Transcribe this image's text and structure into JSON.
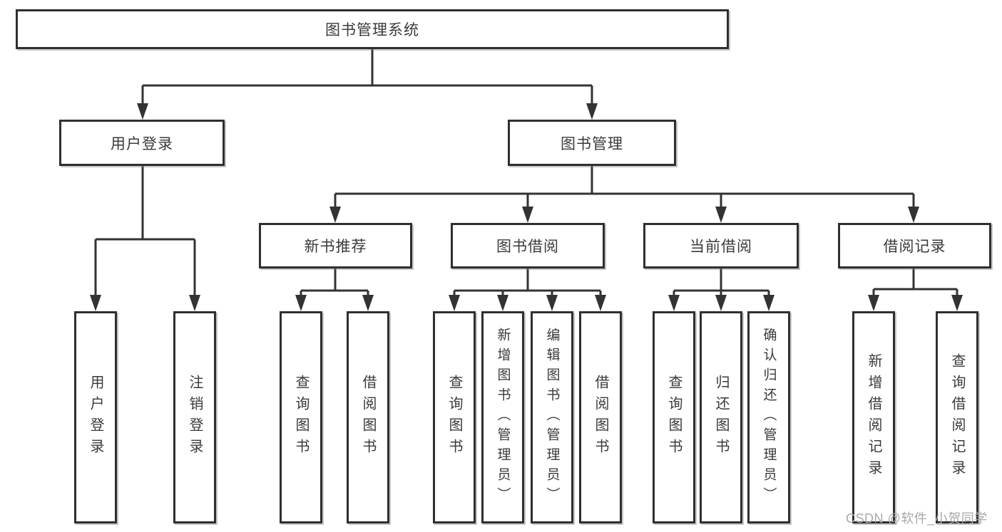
{
  "diagram": {
    "root": "图书管理系统",
    "user_login": {
      "label": "用户登录",
      "children": [
        "用户登录",
        "注销登录"
      ]
    },
    "book_mgmt": {
      "label": "图书管理",
      "sections": {
        "new_book_rec": {
          "label": "新书推荐",
          "children": [
            "查询图书",
            "借阅图书"
          ]
        },
        "book_borrow": {
          "label": "图书借阅",
          "children": [
            "查询图书",
            "新增图书（管理员）",
            "编辑图书（管理员）",
            "借阅图书"
          ]
        },
        "current_borrow": {
          "label": "当前借阅",
          "children": [
            "查询图书",
            "归还图书",
            "确认归还（管理员）"
          ]
        },
        "borrow_records": {
          "label": "借阅记录",
          "children": [
            "新增借阅记录",
            "查询借阅记录"
          ]
        }
      }
    }
  },
  "watermark": "CSDN @软件_小贺同学",
  "colors": {
    "line": "#333333",
    "box_border": "#2f2f2f",
    "text": "#3a3a3a",
    "watermark": "#a9a9a9",
    "background": "#ffffff"
  }
}
